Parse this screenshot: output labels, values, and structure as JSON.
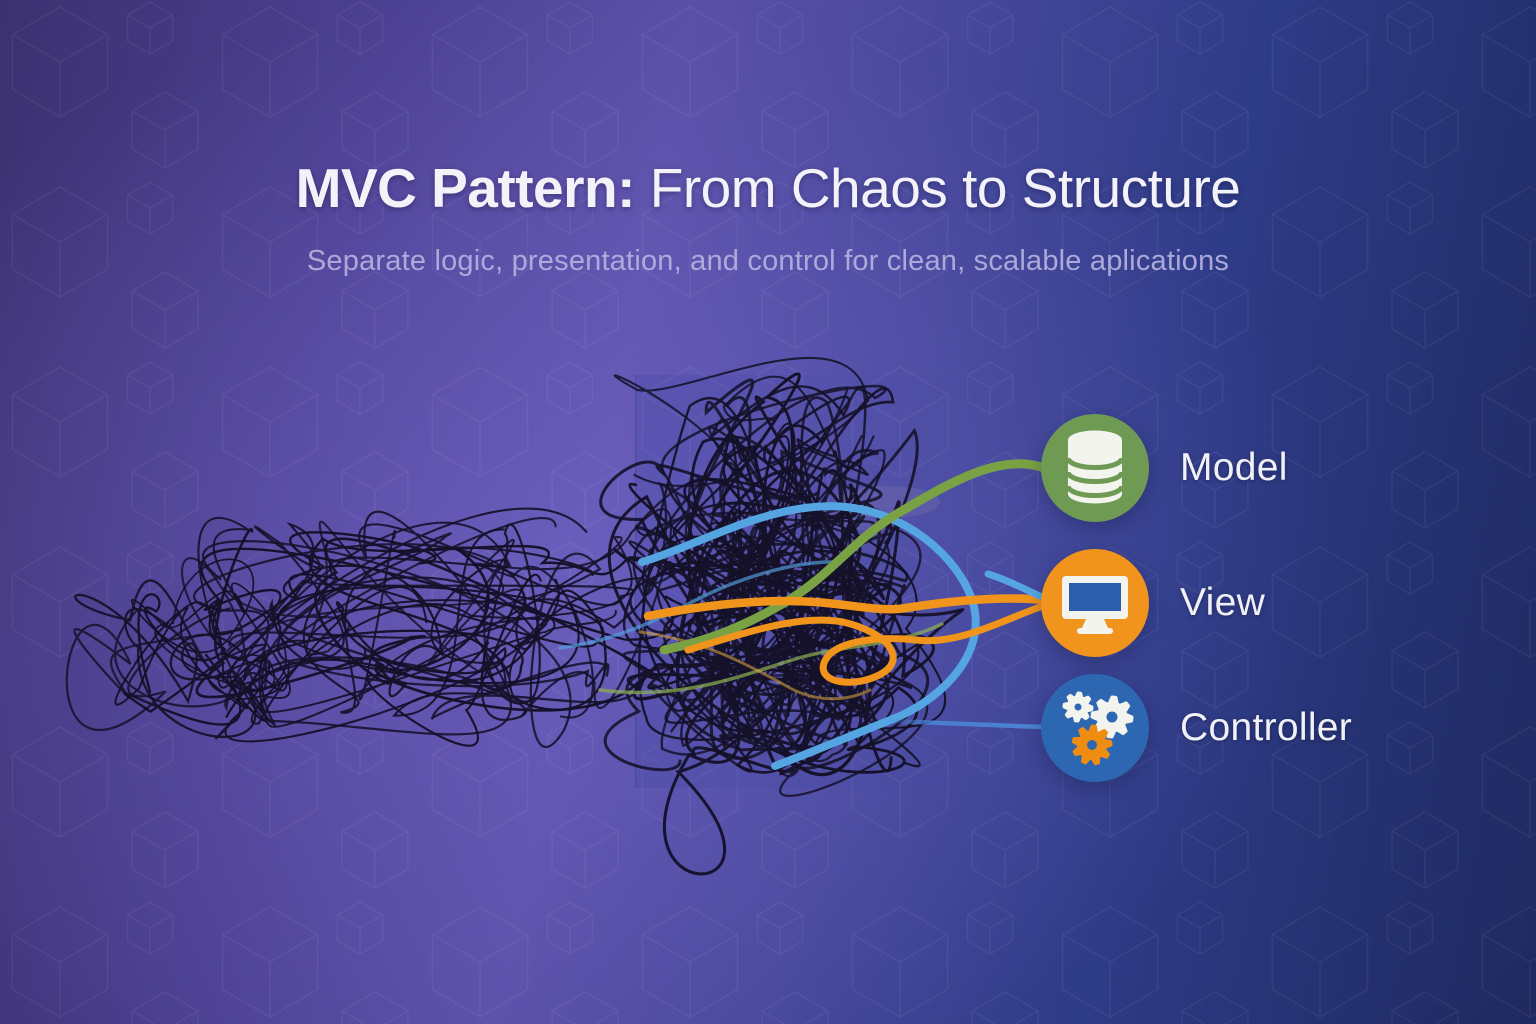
{
  "header": {
    "title_emphasis": "MVC Pattern:",
    "title_rest": " From Chaos to Structure",
    "subtitle": "Separate logic, presentation, and control for clean, scalable aplications"
  },
  "diagram": {
    "chaos": {
      "description": "tangled-scribble",
      "stroke_color": "#151129"
    },
    "nodes": [
      {
        "id": "model",
        "label": "Model",
        "icon": "database-icon",
        "circle_color": "#6f9a53",
        "line_color": "#7aa245"
      },
      {
        "id": "view",
        "label": "View",
        "icon": "monitor-icon",
        "circle_color": "#f0941e",
        "line_color": "#f0941c"
      },
      {
        "id": "controller",
        "label": "Controller",
        "icon": "gears-icon",
        "circle_color": "#2d67b2",
        "line_color": "#4b86d6"
      }
    ]
  },
  "colors": {
    "background_purple": "#5b50a8",
    "background_navy": "#202a62",
    "accent_light_blue": "#55a5e3",
    "icon_white": "#f4f4ef",
    "monitor_screen_blue": "#2b5fab",
    "gear_orange": "#ef8d13",
    "title_text": "#f3f2f8",
    "subtitle_text": "#b6b1e0",
    "label_text": "#f0f1f7"
  }
}
